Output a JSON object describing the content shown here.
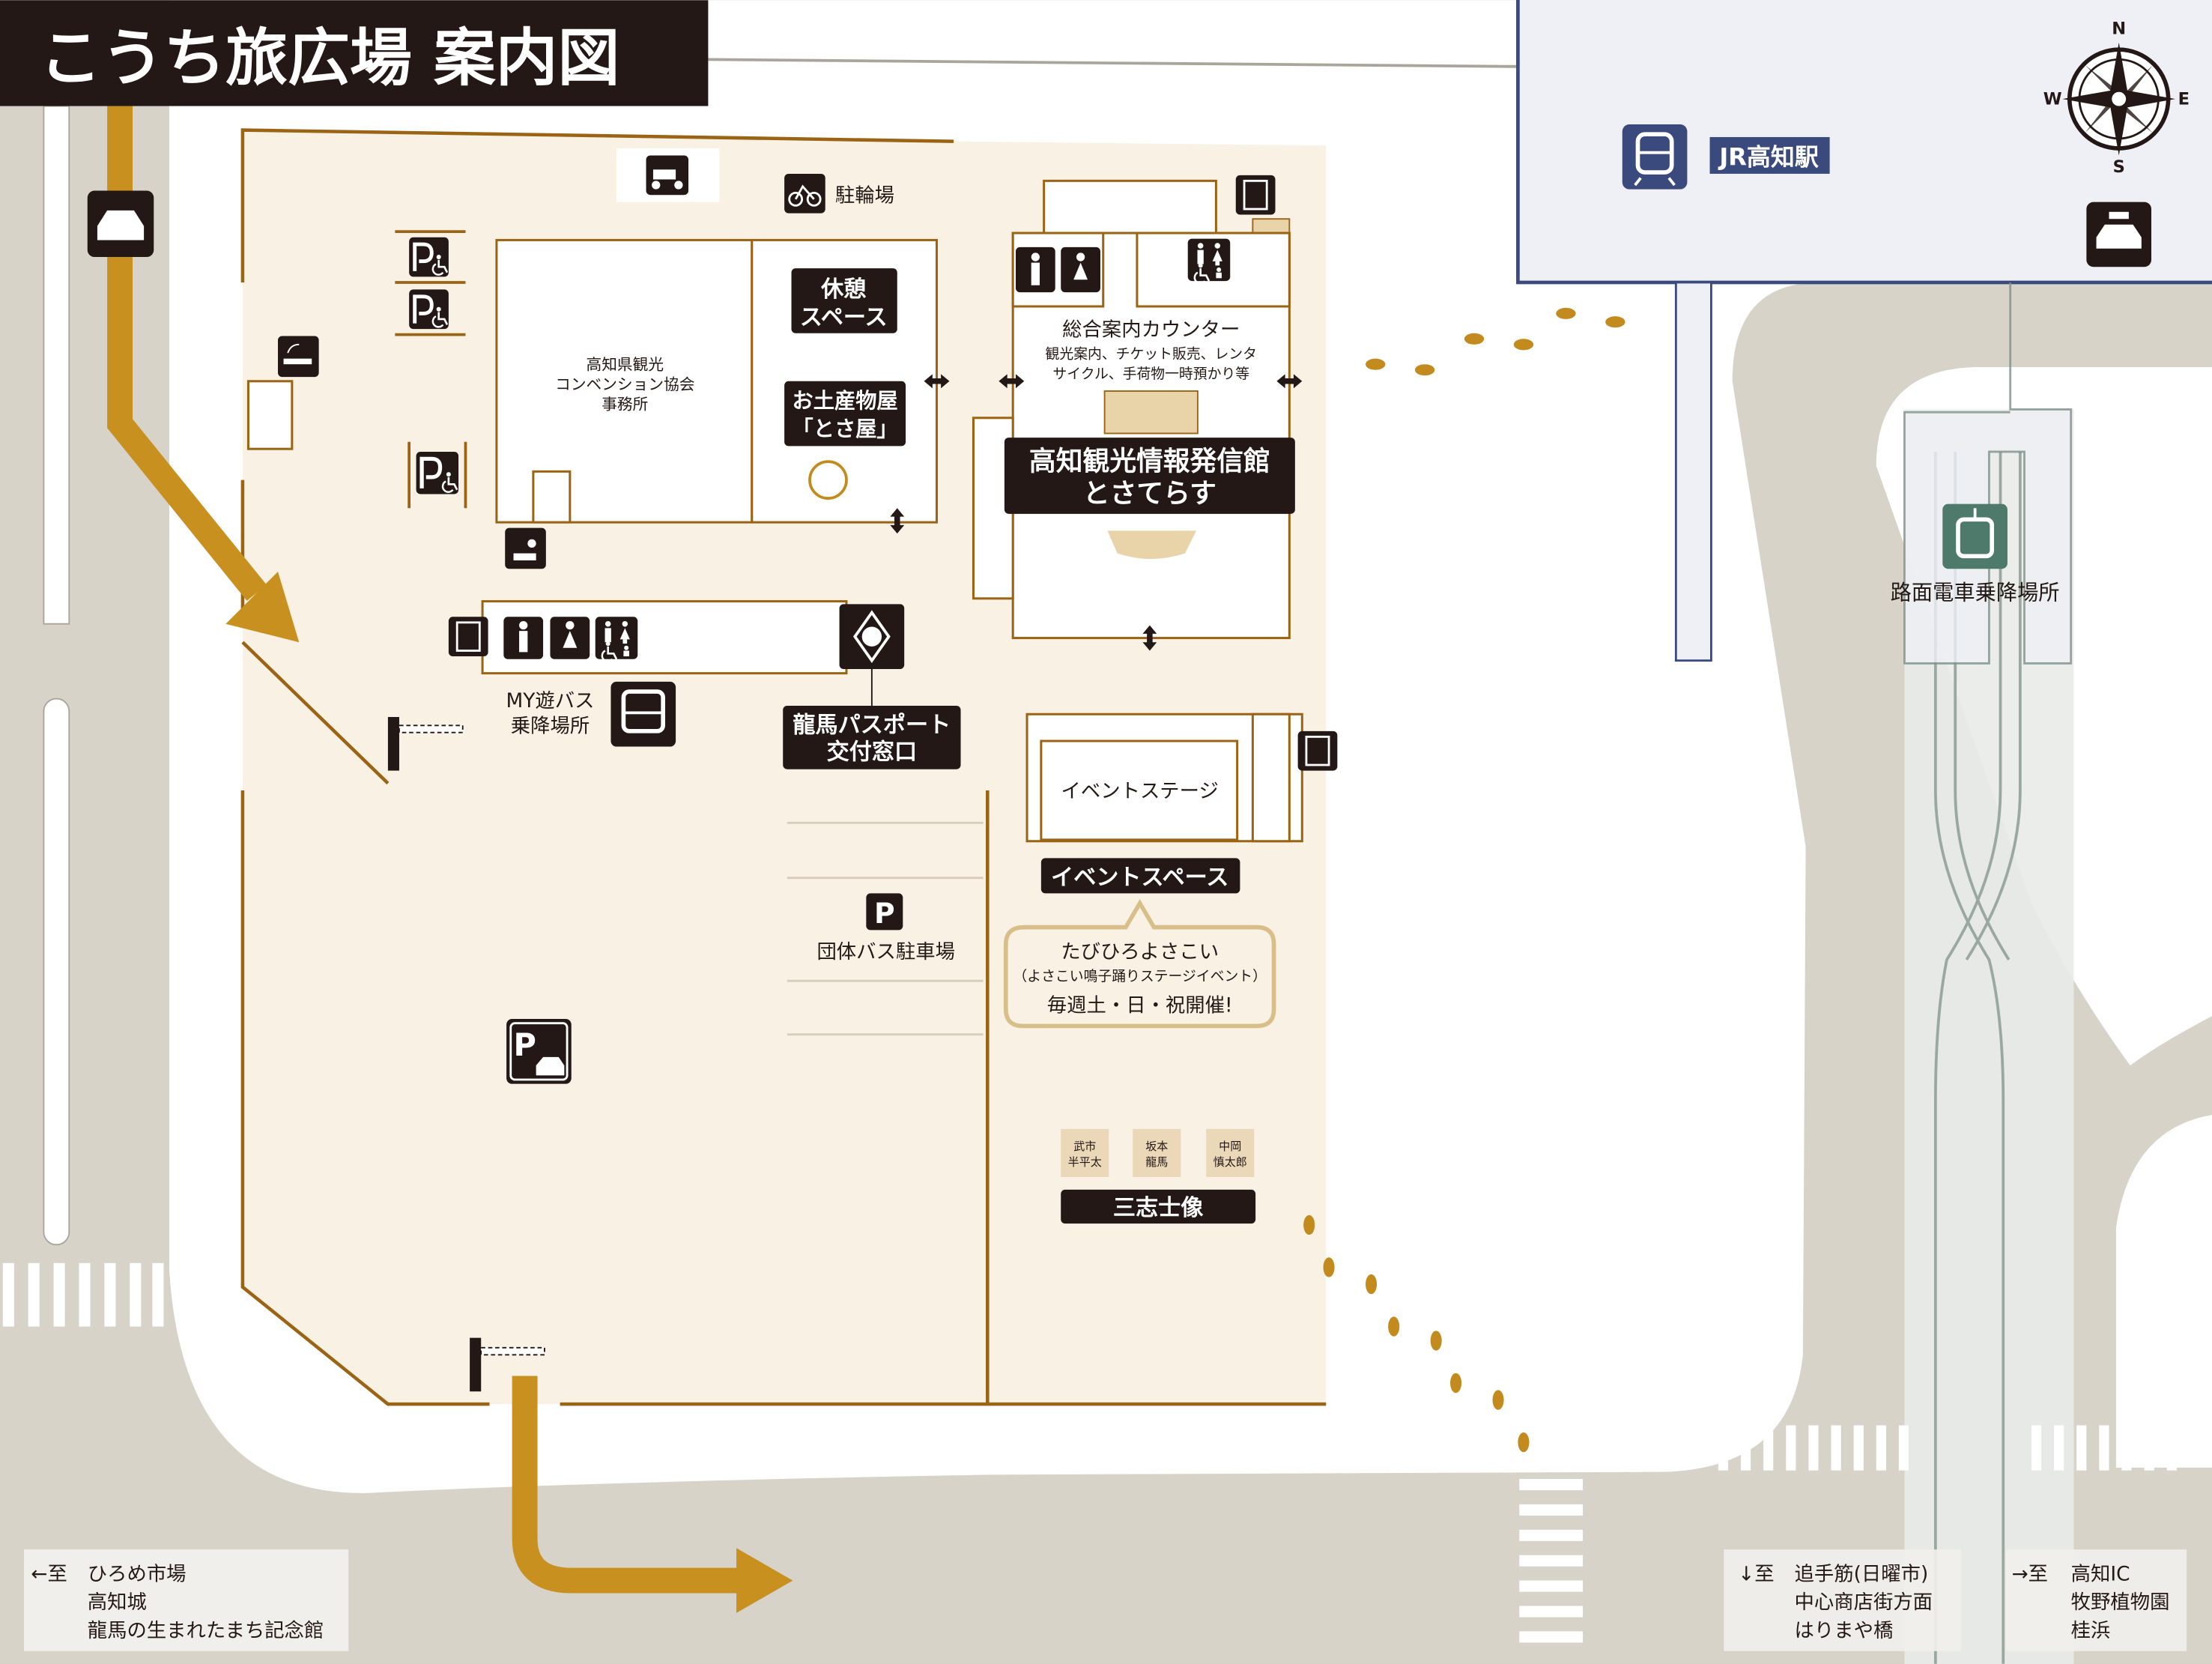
{
  "title": "こうち旅広場 案内図",
  "colors": {
    "plaza": "#f8f1e4",
    "wall": "#9a6414",
    "route_arrow": "#c8901f",
    "label_dark": "#231815",
    "road": "#d7d3c9",
    "station": "#eef0f6",
    "station_border": "#3b4a7d",
    "tram": "#4d7a6a"
  },
  "station": {
    "label": "JR高知駅",
    "icon": "train-icon"
  },
  "compass": {
    "n": "N",
    "e": "E",
    "s": "S",
    "w": "W"
  },
  "facilities": {
    "bike_parking": "駐輪場",
    "rest_space": [
      "休憩",
      "スペース"
    ],
    "souvenir": [
      "お土産物屋",
      "「とさ屋」"
    ],
    "convention": [
      "高知県観光",
      "コンベンション協会",
      "事務所"
    ],
    "counter_title": "総合案内カウンター",
    "counter_sub": [
      "観光案内、チケット販売、レンタ",
      "サイクル、手荷物一時預かり等"
    ],
    "hall": [
      "高知観光情報発信館",
      "とさてらす"
    ],
    "mybus": [
      "MY遊バス",
      "乗降場所"
    ],
    "passport": [
      "龍馬パスポート",
      "交付窓口"
    ],
    "event_stage": "イベントステージ",
    "event_space": "イベントスペース",
    "group_bus": "団体バス駐車場",
    "parking_letter": "P",
    "tram_stop": "路面電車乗降場所"
  },
  "bubble": {
    "title": "たびひろよさこい",
    "sub": "（よさこい鳴子踊りステージイベント）",
    "schedule": "毎週土・日・祝開催!"
  },
  "statues": {
    "names": [
      [
        "武市",
        "半平太"
      ],
      [
        "坂本",
        "龍馬"
      ],
      [
        "中岡",
        "慎太郎"
      ]
    ],
    "label": "三志士像"
  },
  "directions": {
    "left": {
      "arrow": "←至",
      "lines": [
        "ひろめ市場",
        "高知城",
        "龍馬の生まれたまち記念館"
      ]
    },
    "south": {
      "arrow": "↓至",
      "lines": [
        "追手筋(日曜市)",
        "中心商店街方面",
        "はりまや橋"
      ]
    },
    "east": {
      "arrow": "→至",
      "lines": [
        "高知IC",
        "牧野植物園",
        "桂浜"
      ]
    }
  }
}
